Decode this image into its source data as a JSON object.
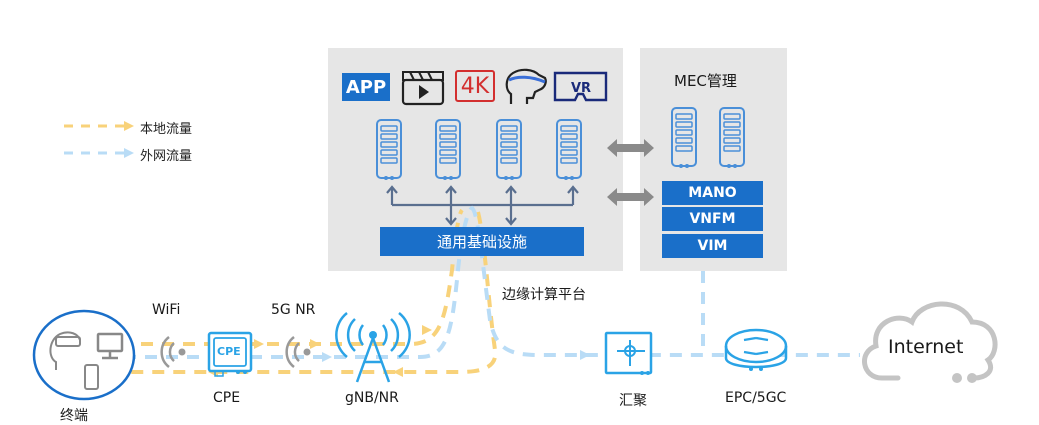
{
  "legend": {
    "local": {
      "label": "本地流量",
      "color": "#f8d27a"
    },
    "external": {
      "label": "外网流量",
      "color": "#b9dcf6"
    }
  },
  "edge_platform": {
    "label": "边缘计算平台",
    "apps": [
      {
        "name": "app-icon",
        "text": "APP"
      },
      {
        "name": "video-icon",
        "text": ""
      },
      {
        "name": "4k-icon",
        "text": "4K"
      },
      {
        "name": "vr-headset-icon",
        "text": ""
      },
      {
        "name": "vr-glasses-icon",
        "text": "VR"
      }
    ],
    "server_count": 4,
    "infrastructure_label": "通用基础设施"
  },
  "mec": {
    "title": "MEC管理",
    "server_count": 2,
    "layers": [
      "MANO",
      "VNFM",
      "VIM"
    ]
  },
  "nodes": {
    "terminal": "终端",
    "wifi": "WiFi",
    "cpe": "CPE",
    "cpe_icon_text": "CPE",
    "nr": "5G NR",
    "gnb": "gNB/NR",
    "aggregation": "汇聚",
    "core": "EPC/5GC",
    "internet": "Internet"
  },
  "colors": {
    "accent_blue": "#1a6fc9",
    "icon_blue": "#2aa3e6",
    "server_blue": "#4a8fd8",
    "panel_gray": "#e6e6e6",
    "arrow_gray": "#8a8a8a",
    "cloud_gray": "#c4c4c4"
  }
}
